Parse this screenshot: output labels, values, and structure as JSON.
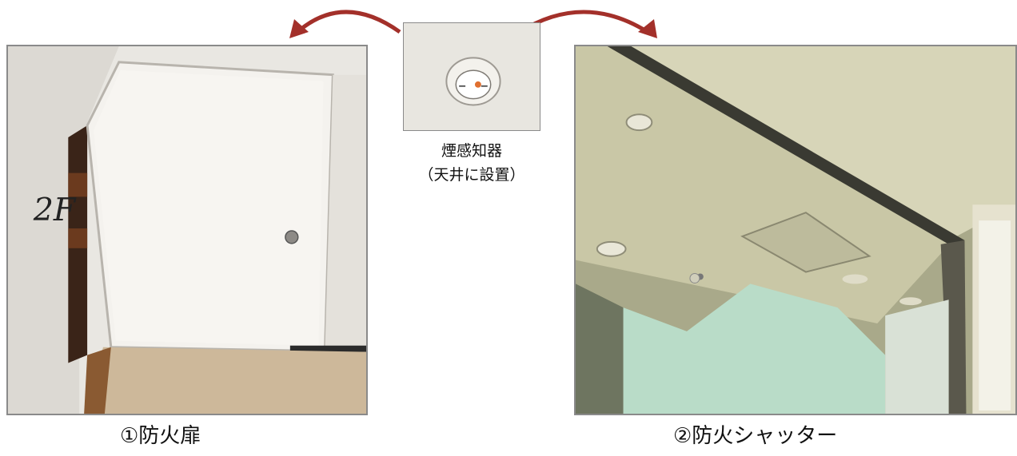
{
  "captions": {
    "fire_door": "①防火扉",
    "fire_shutter": "②防火シャッター",
    "detector_line1": "煙感知器",
    "detector_line2": "（天井に設置）"
  },
  "colors": {
    "arrow": "#a3302a",
    "frame": "#8a8a8a"
  },
  "icons": {
    "arrow_left": "curved-arrow-left-icon",
    "arrow_right": "curved-arrow-right-icon"
  }
}
